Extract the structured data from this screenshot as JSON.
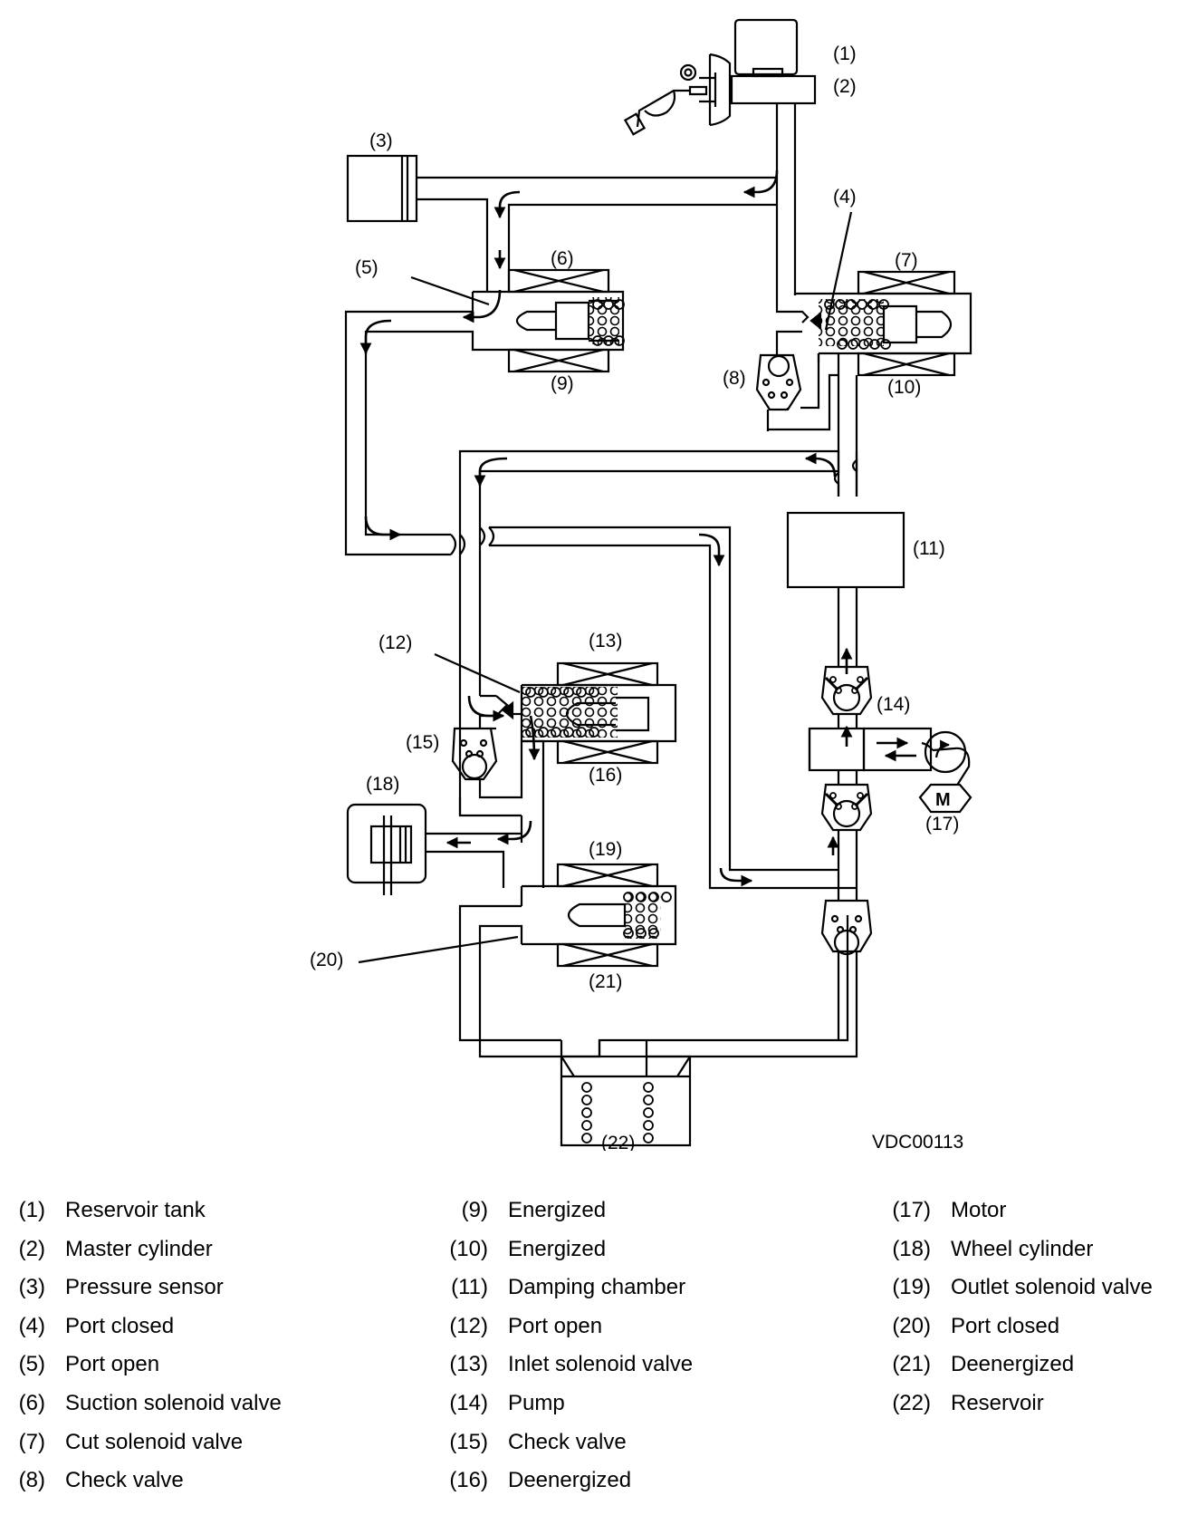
{
  "diagram": {
    "code": "VDC00113",
    "callouts": {
      "c1": "(1)",
      "c2": "(2)",
      "c3": "(3)",
      "c4": "(4)",
      "c5": "(5)",
      "c6": "(6)",
      "c7": "(7)",
      "c8": "(8)",
      "c9": "(9)",
      "c10": "(10)",
      "c11": "(11)",
      "c12": "(12)",
      "c13": "(13)",
      "c14": "(14)",
      "c15": "(15)",
      "c16": "(16)",
      "c17": "(17)",
      "c18": "(18)",
      "c19": "(19)",
      "c20": "(20)",
      "c21": "(21)",
      "c22": "(22)"
    },
    "motor_letter": "M"
  },
  "legend": {
    "columns": [
      [
        {
          "num": "(1)",
          "label": "Reservoir tank"
        },
        {
          "num": "(2)",
          "label": "Master cylinder"
        },
        {
          "num": "(3)",
          "label": "Pressure sensor"
        },
        {
          "num": "(4)",
          "label": "Port closed"
        },
        {
          "num": "(5)",
          "label": "Port open"
        },
        {
          "num": "(6)",
          "label": "Suction solenoid valve"
        },
        {
          "num": "(7)",
          "label": "Cut solenoid valve"
        },
        {
          "num": "(8)",
          "label": "Check valve"
        }
      ],
      [
        {
          "num": "(9)",
          "label": "Energized"
        },
        {
          "num": "(10)",
          "label": "Energized"
        },
        {
          "num": "(11)",
          "label": "Damping chamber"
        },
        {
          "num": "(12)",
          "label": "Port open"
        },
        {
          "num": "(13)",
          "label": "Inlet solenoid valve"
        },
        {
          "num": "(14)",
          "label": "Pump"
        },
        {
          "num": "(15)",
          "label": "Check valve"
        },
        {
          "num": "(16)",
          "label": "Deenergized"
        }
      ],
      [
        {
          "num": "(17)",
          "label": "Motor"
        },
        {
          "num": "(18)",
          "label": "Wheel cylinder"
        },
        {
          "num": "(19)",
          "label": "Outlet solenoid valve"
        },
        {
          "num": "(20)",
          "label": "Port closed"
        },
        {
          "num": "(21)",
          "label": "Deenergized"
        },
        {
          "num": "(22)",
          "label": "Reservoir"
        }
      ]
    ]
  }
}
